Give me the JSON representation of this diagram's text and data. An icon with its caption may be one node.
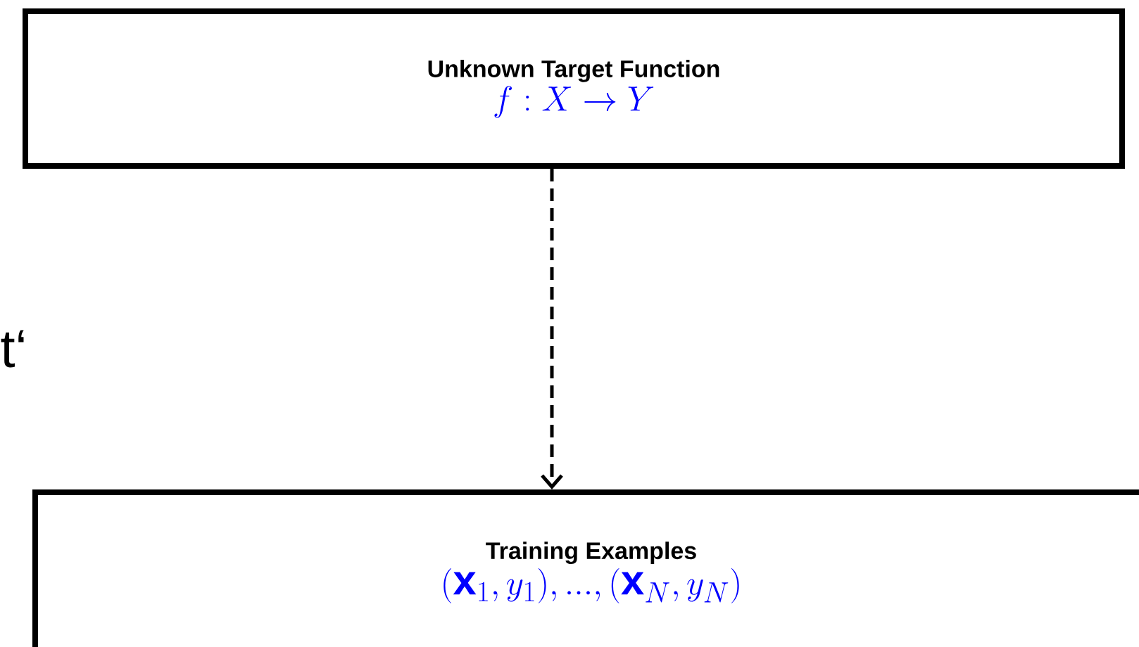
{
  "diagram": {
    "nodes": [
      {
        "text": [
          "Unknown Target Function",
          "f : X \\to Y"
        ]
      },
      {
        "text": [
          "Training Examples",
          "(\\mathbf{x}_1, y_1), ..., (\\mathbf{x}_N, y_N)"
        ]
      }
    ],
    "edges": [
      {
        "from": 0,
        "to": 1,
        "arrow": "to",
        "style": "dashed"
      }
    ],
    "labels": [
      "t‘"
    ]
  }
}
